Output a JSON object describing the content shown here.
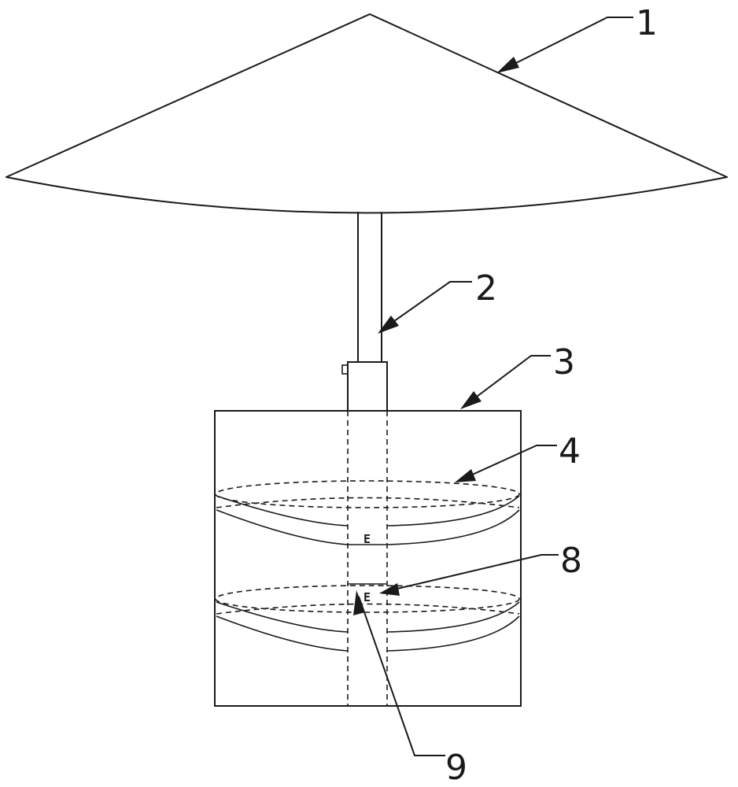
{
  "labels": {
    "l1": "1",
    "l2": "2",
    "l3": "3",
    "l4": "4",
    "l8": "8",
    "l9": "9"
  },
  "stepper_marks": {
    "upper": "E",
    "lower": "E"
  }
}
